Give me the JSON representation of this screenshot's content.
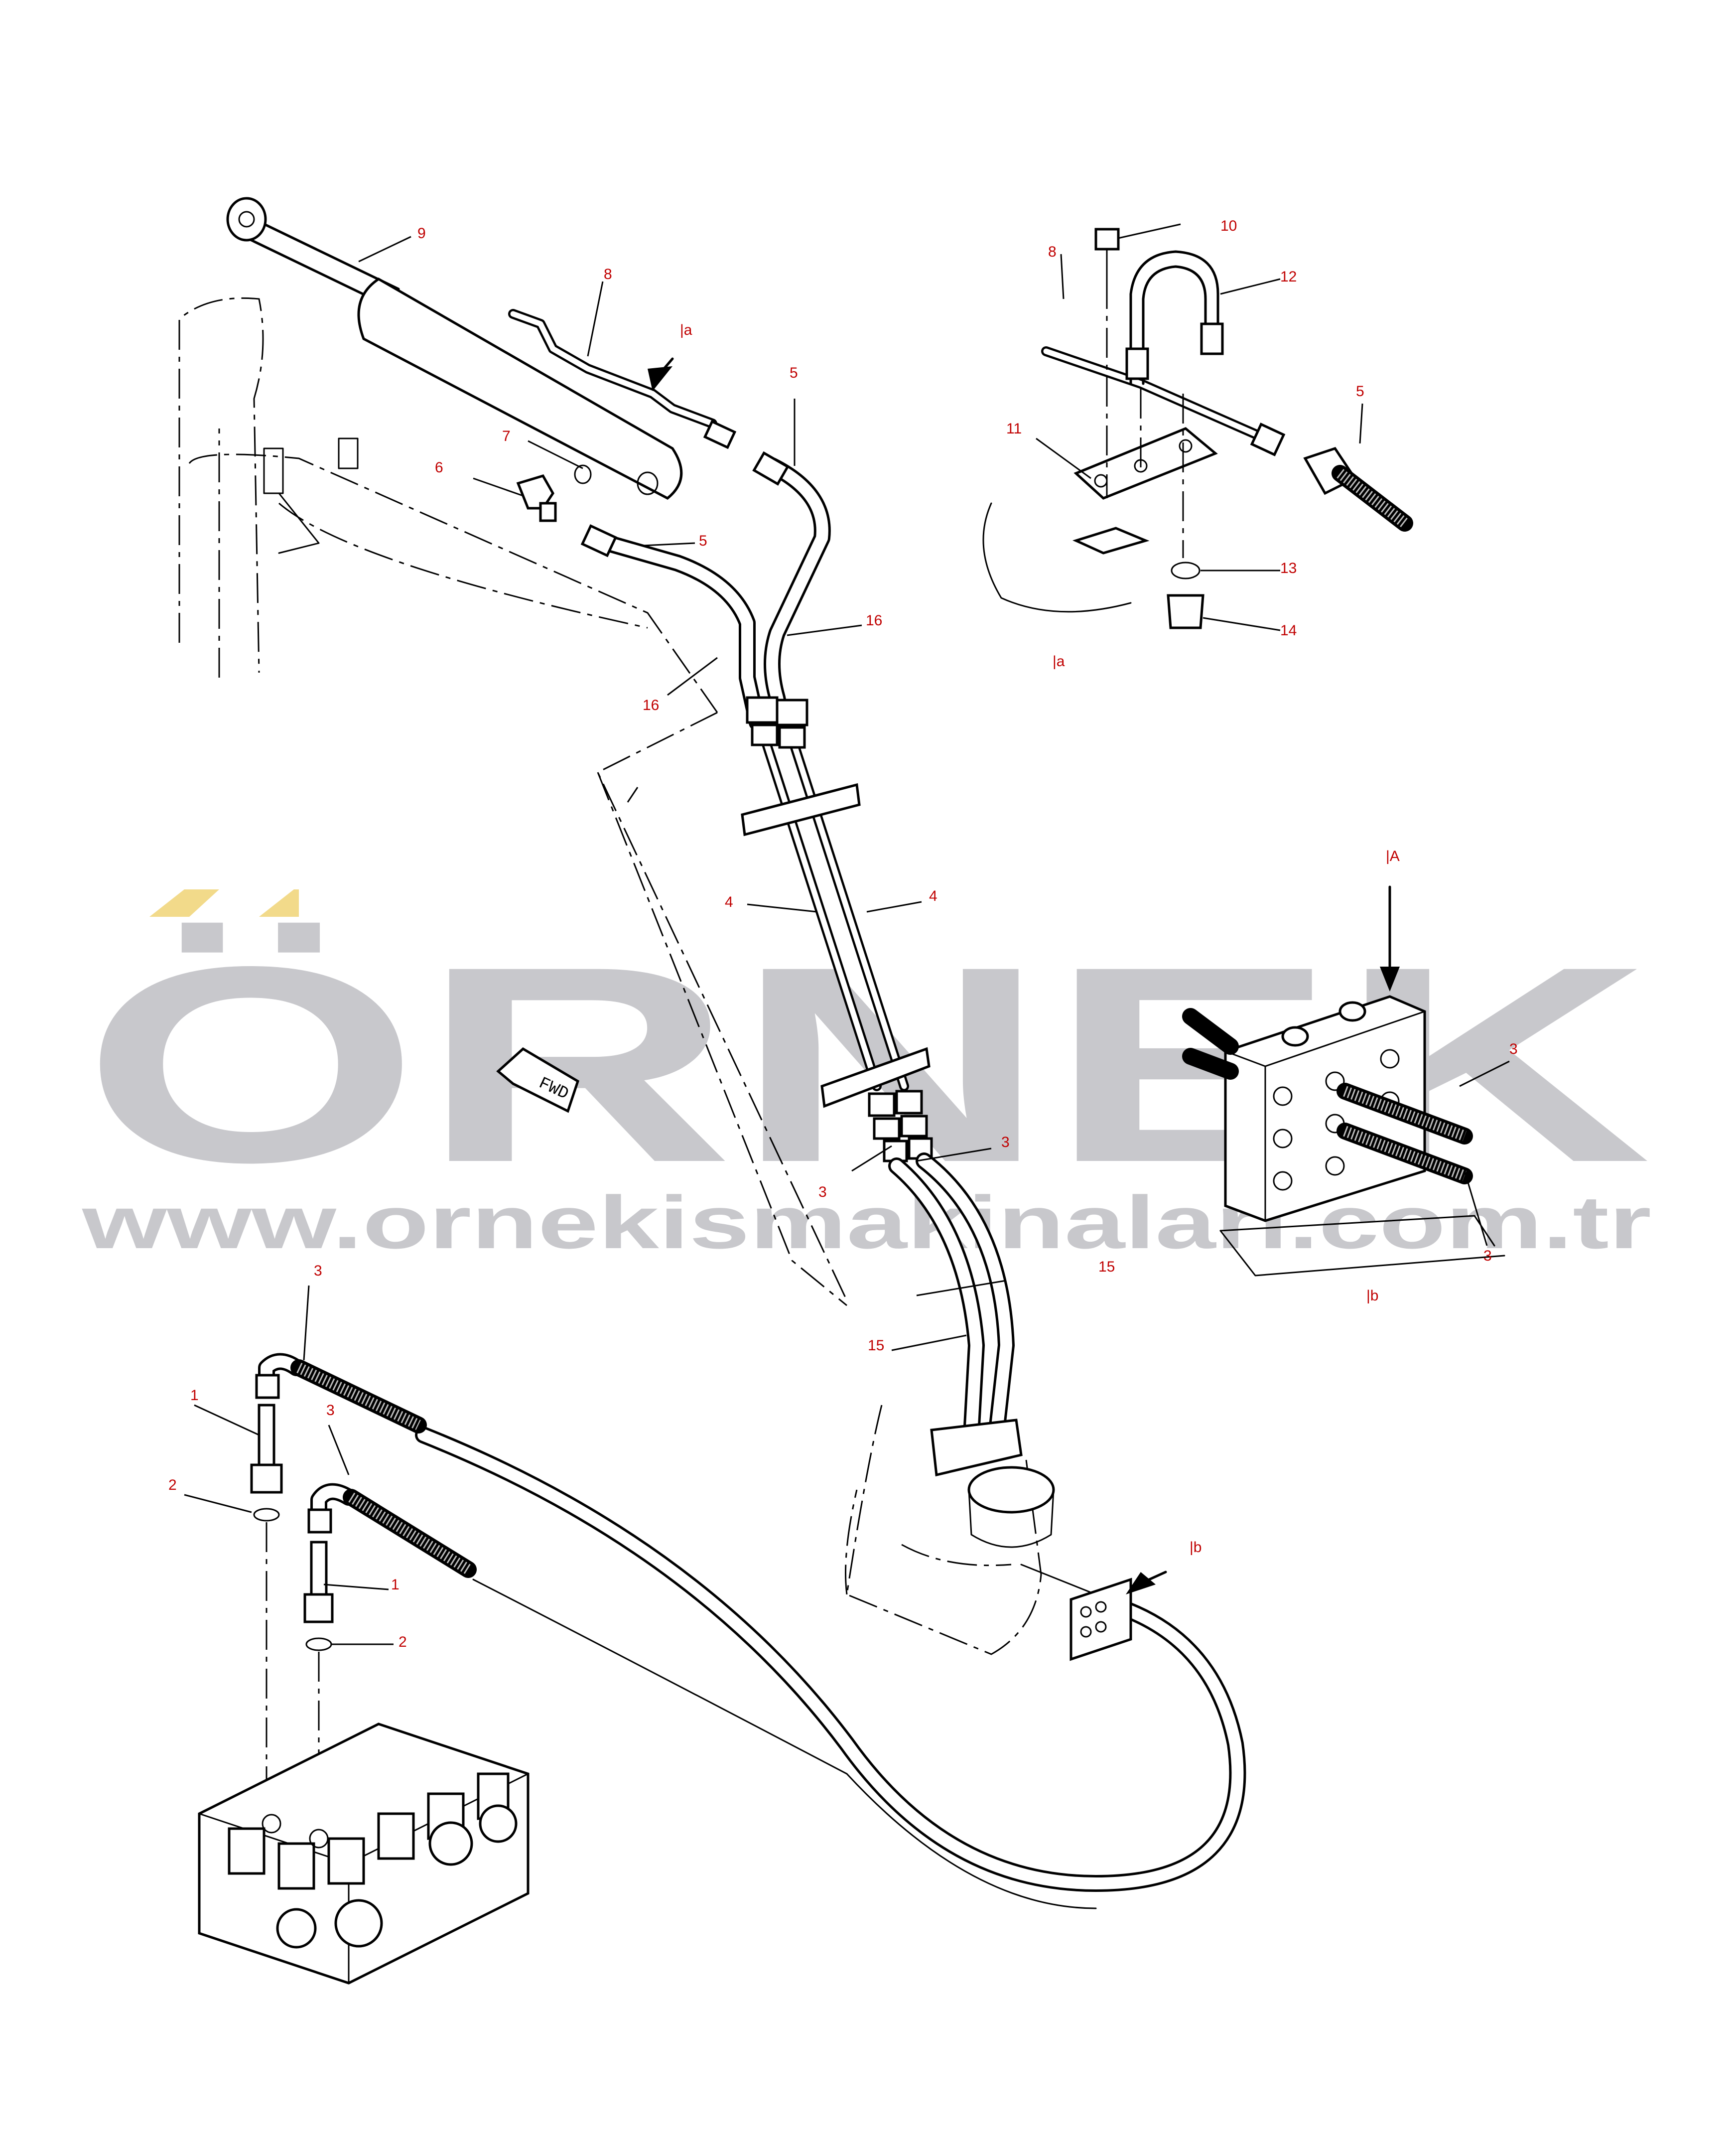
{
  "watermark": {
    "brand": "ÖRNEK",
    "url": "www.ornekismakinalari.com.tr",
    "text_color": "#c8c8cc",
    "accent_color": "#f2da8a"
  },
  "view_refs": {
    "a_top": "|a",
    "a_bottom": "|a",
    "A": "|A",
    "b_top": "|b",
    "b_bottom": "|b"
  },
  "fwd_label": "FWD",
  "callouts": {
    "c9": "9",
    "c8": "8",
    "c7": "7",
    "c6": "6",
    "c5a": "5",
    "c5b": "5",
    "c16a": "16",
    "c16b": "16",
    "c4a": "4",
    "c4b": "4",
    "c3a": "3",
    "c3b": "3",
    "c15a": "15",
    "c15b": "15",
    "c3c": "3",
    "c3d": "3",
    "c1a": "1",
    "c1b": "1",
    "c2a": "2",
    "c2b": "2",
    "d10": "10",
    "d8": "8",
    "d12": "12",
    "d11": "11",
    "d5": "5",
    "d13": "13",
    "d14": "14",
    "e3a": "3",
    "e3b": "3"
  },
  "colors": {
    "line": "#000000",
    "callout": "#c00000",
    "background": "#ffffff"
  }
}
